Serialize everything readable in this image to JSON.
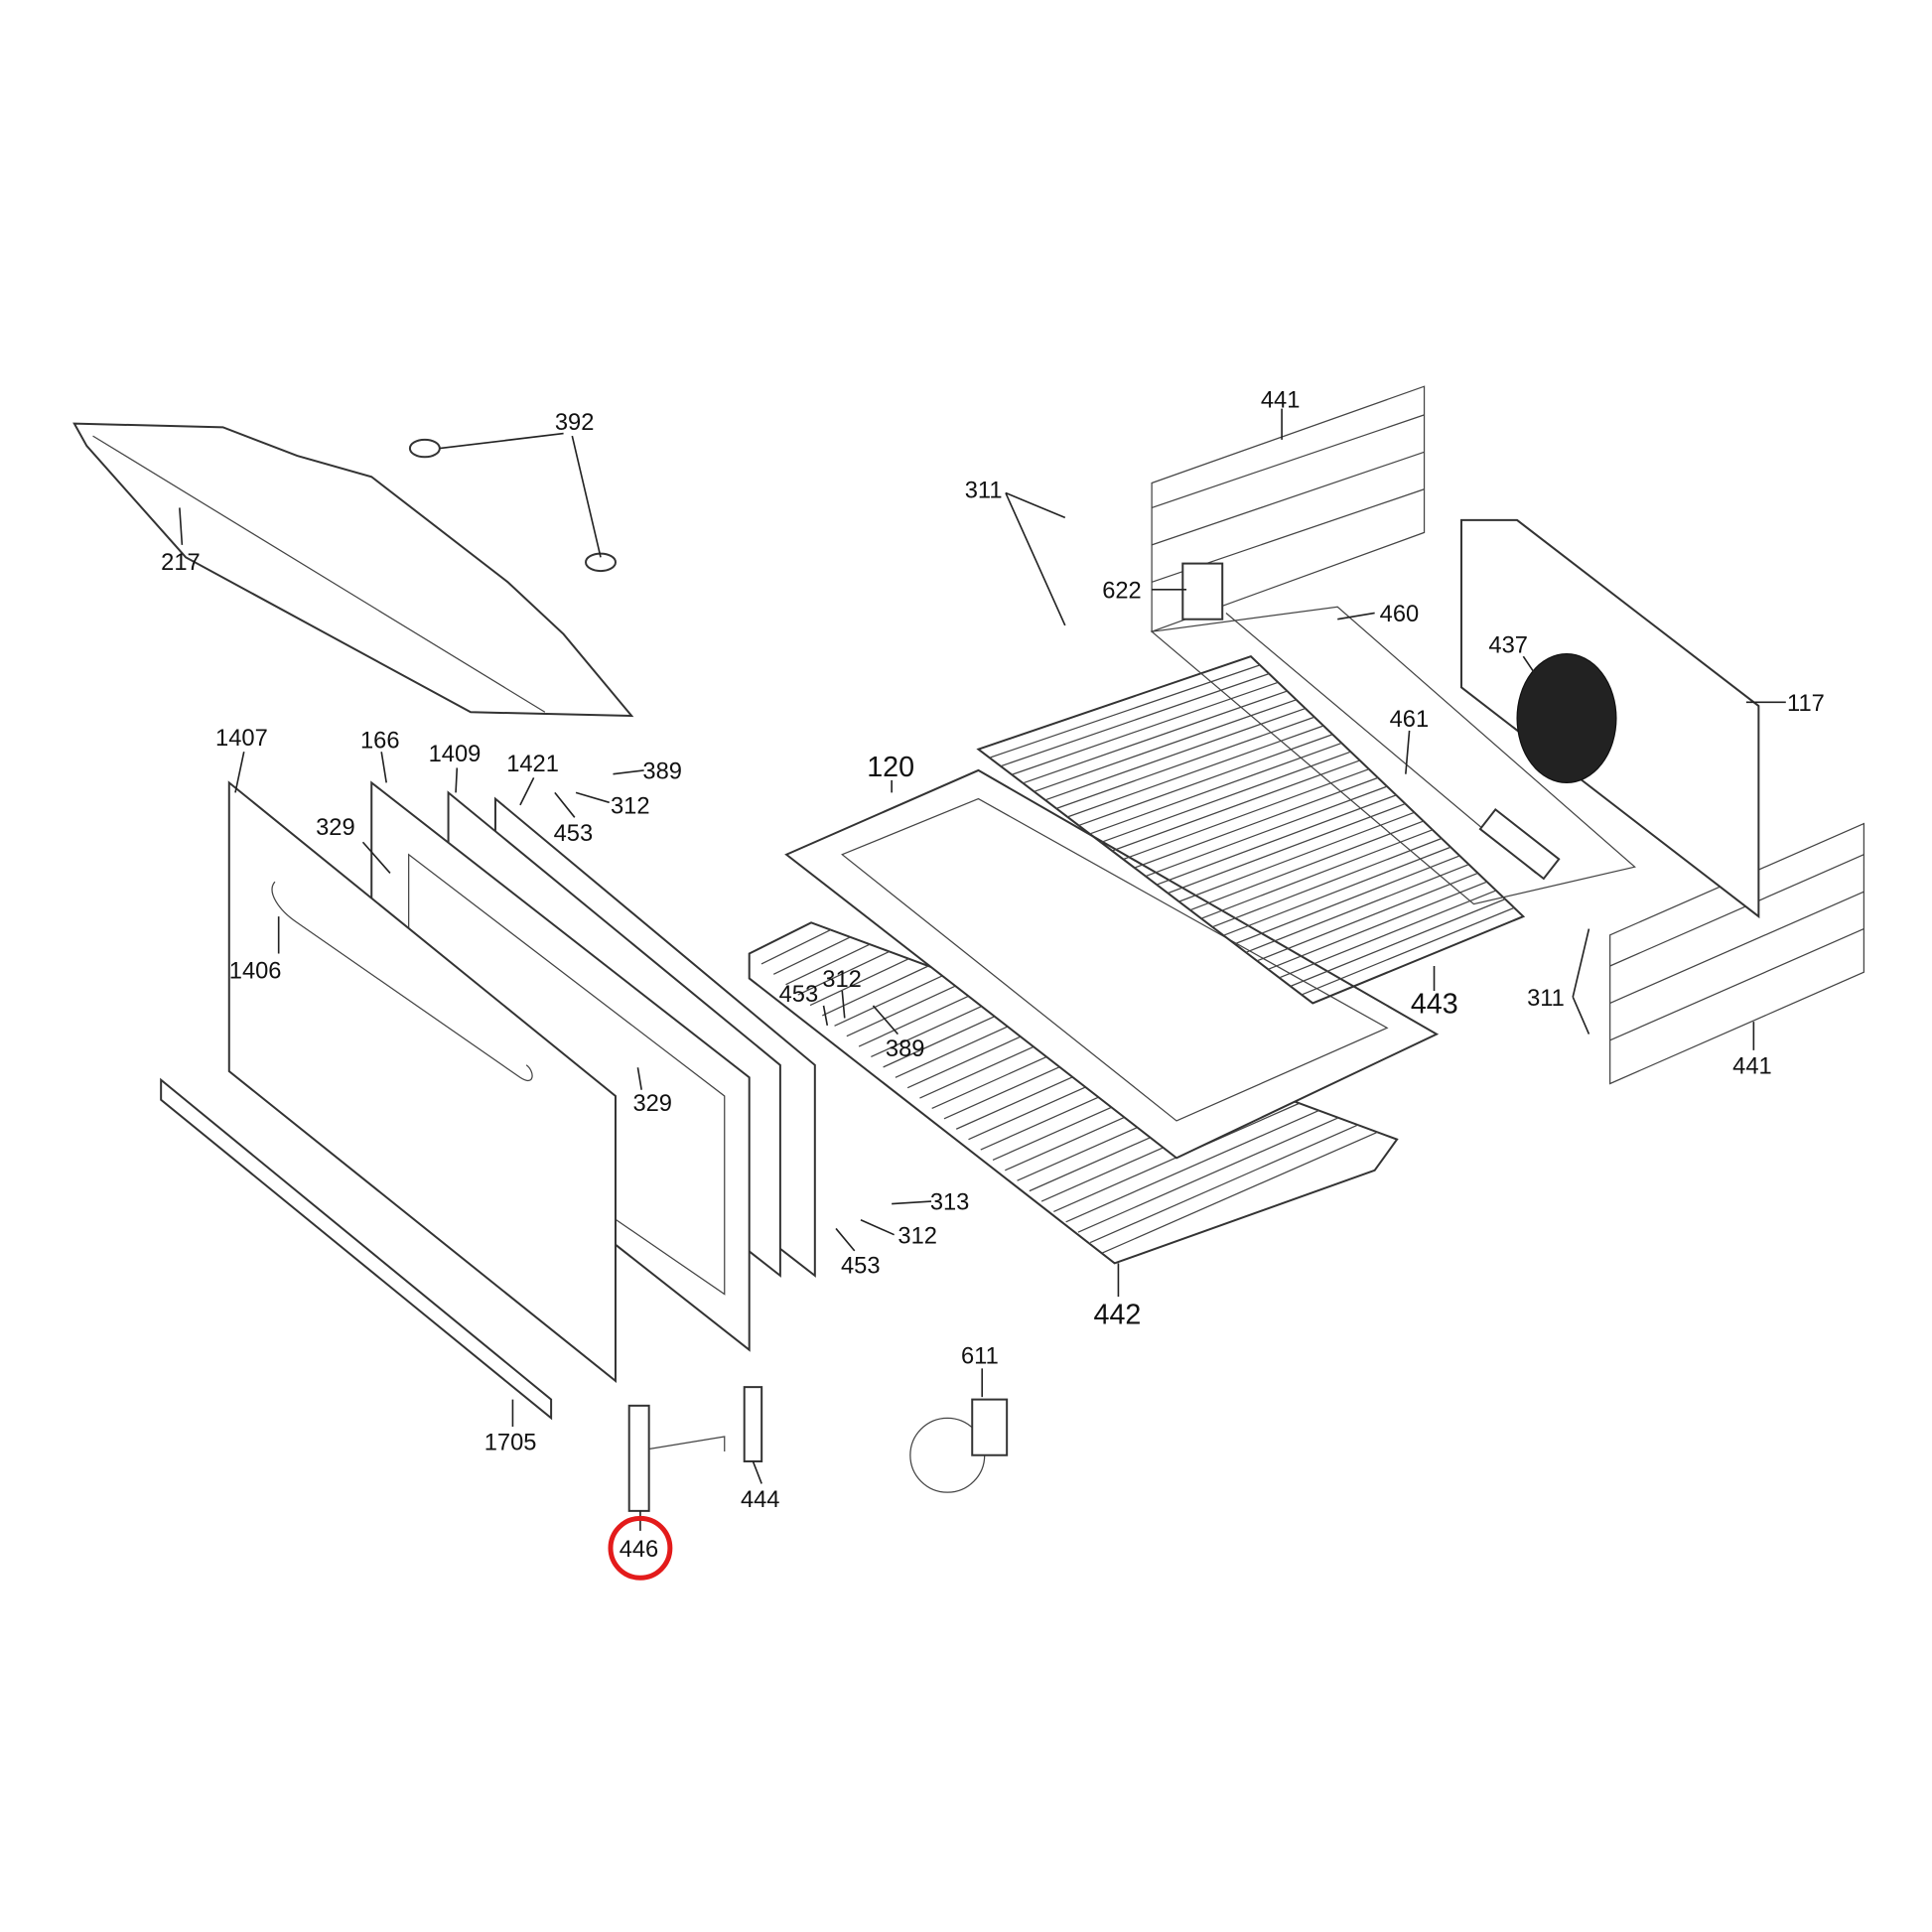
{
  "diagram": {
    "type": "exploded parts diagram (oven door, racks, tray)",
    "highlight_color": "#e31b1b",
    "highlighted_part": "446",
    "labels": [
      "392",
      "217",
      "441",
      "311",
      "622",
      "460",
      "437",
      "117",
      "461",
      "120",
      "1407",
      "166",
      "1409",
      "1421",
      "389",
      "312",
      "453",
      "329",
      "1406",
      "453",
      "312",
      "389",
      "443",
      "311",
      "441",
      "329",
      "313",
      "312",
      "453",
      "442",
      "611",
      "1705",
      "444",
      "446"
    ]
  }
}
